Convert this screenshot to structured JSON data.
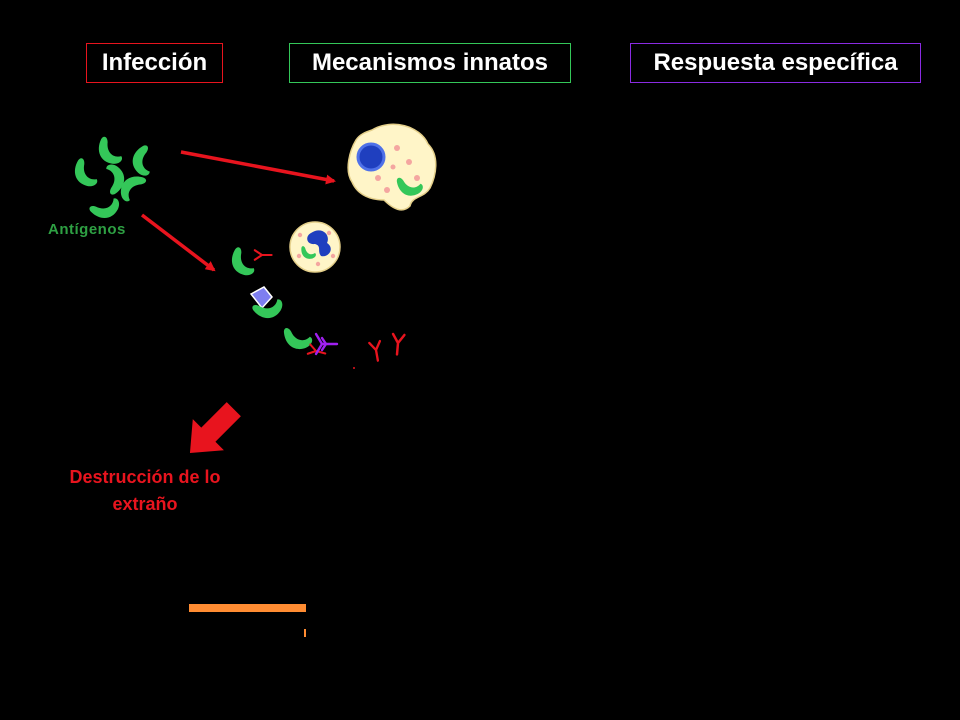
{
  "headers": {
    "infection": "Infección",
    "innate": "Mecanismos innatos",
    "specific": "Respuesta específica"
  },
  "labels": {
    "antigens": "Antígenos",
    "destruction": "Destrucción de lo extraño"
  },
  "icons": [
    "antigen-icon",
    "macrophage-icon",
    "neutrophil-icon",
    "antibody-icon",
    "complement-icon",
    "down-left-arrow-icon"
  ],
  "colors": {
    "background": "#000000",
    "antigen": "#34c759",
    "arrow": "#e8141e",
    "innate_border": "#34c759",
    "specific_border": "#8a2be2",
    "cell": "#fff5c8",
    "nucleus": "#1f3fbf",
    "bar": "#ff8c32"
  }
}
